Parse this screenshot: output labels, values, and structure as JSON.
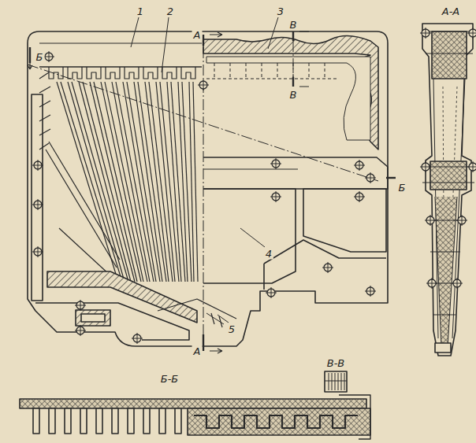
{
  "diagram": {
    "labels": [
      "1",
      "2",
      "3",
      "4",
      "5",
      "А",
      "А",
      "Б",
      "Б",
      "В",
      "В",
      "А-А",
      "В-В",
      "Б-Б"
    ]
  }
}
